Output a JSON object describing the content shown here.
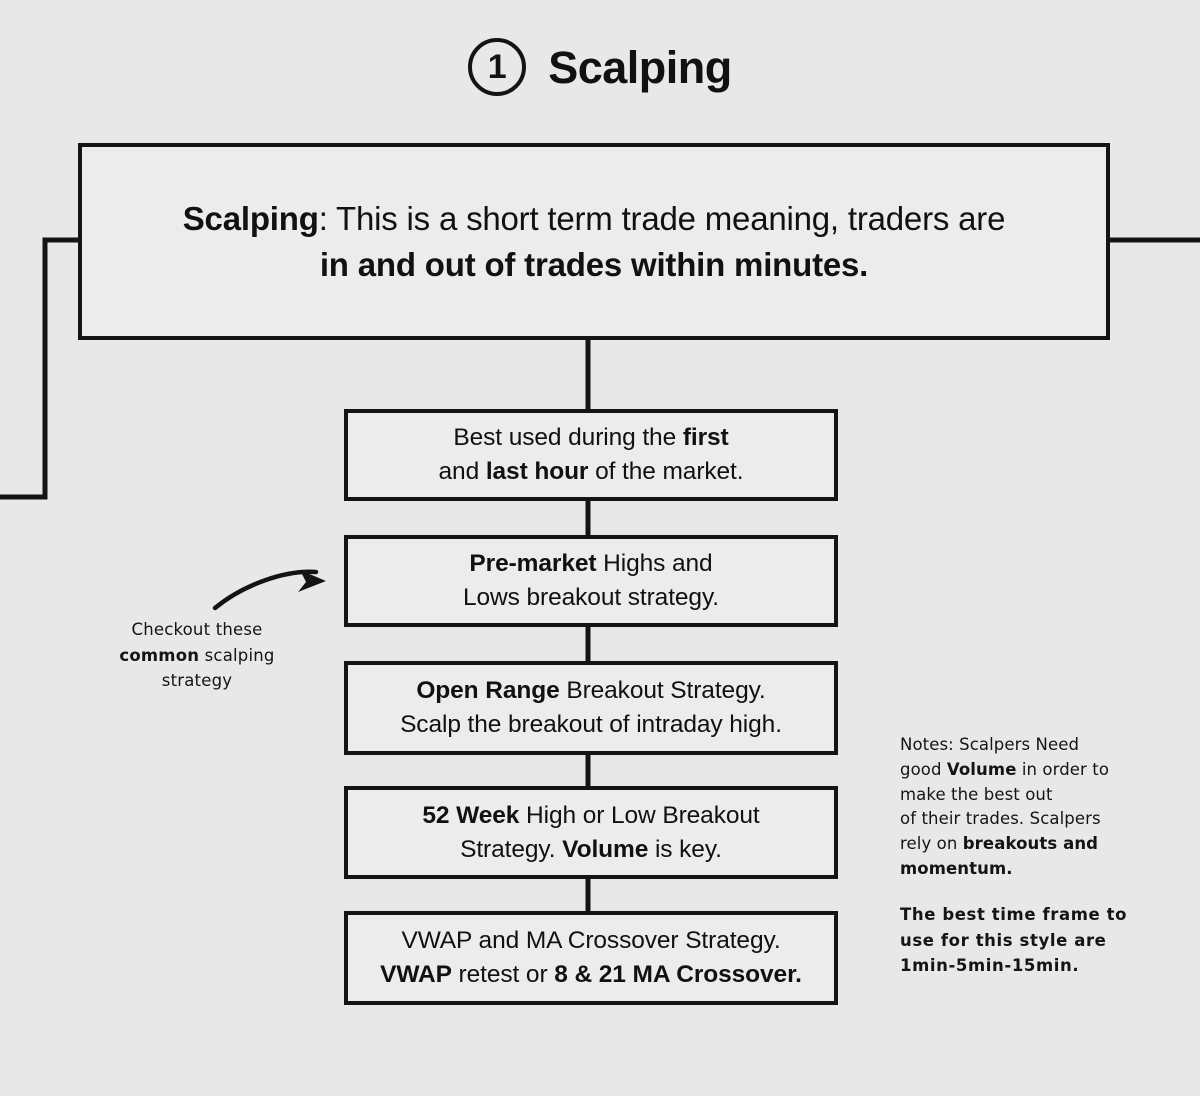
{
  "header": {
    "step_number": "1",
    "title": "Scalping"
  },
  "definition": {
    "term": "Scalping",
    "separator": ": ",
    "line1_rest": "This is a short term trade meaning, traders are",
    "line2_bold": "in and out of trades within minutes."
  },
  "flow_boxes": [
    {
      "id": "best-used-hours",
      "line1_a": "Best used during the ",
      "line1_b": "first",
      "line2_a": "and ",
      "line2_b": "last hour",
      "line2_c": " of the market."
    },
    {
      "id": "pre-market-breakout",
      "line1_a": "",
      "line1_b": "Pre-market",
      "line1_c": " Highs and",
      "line2": "Lows breakout strategy."
    },
    {
      "id": "open-range-breakout",
      "line1_b": "Open Range",
      "line1_c": " Breakout Strategy.",
      "line2": "Scalp the breakout of intraday high."
    },
    {
      "id": "52-week-breakout",
      "line1_b": "52 Week",
      "line1_c": " High or Low Breakout",
      "line2_a": "Strategy. ",
      "line2_b": "Volume",
      "line2_c": " is key."
    },
    {
      "id": "vwap-ma-crossover",
      "line1": "VWAP and MA Crossover Strategy.",
      "line2_a": "VWAP",
      "line2_b": " retest or ",
      "line2_c": "8 & 21 MA Crossover."
    }
  ],
  "annotations": {
    "callout": {
      "line1": "Checkout these",
      "line2_bold": "common",
      "line2_rest": " scalping",
      "line3": "strategy"
    },
    "notes_primary": {
      "line1": "Notes: Scalpers Need",
      "line2_a": "good ",
      "line2_b": "Volume",
      "line2_c": " in order to",
      "line3": "make the best out",
      "line4": "of their trades. Scalpers",
      "line5_a": "rely on ",
      "line5_b": "breakouts and",
      "line6_b": "momentum."
    },
    "notes_secondary": {
      "line1": "The best time frame to",
      "line2": "use for this style are",
      "line3": "1min-5min-15min."
    }
  },
  "colors": {
    "background": "#e9e8e8",
    "box_fill": "#ececec",
    "stroke": "#141414",
    "text": "#111111"
  }
}
